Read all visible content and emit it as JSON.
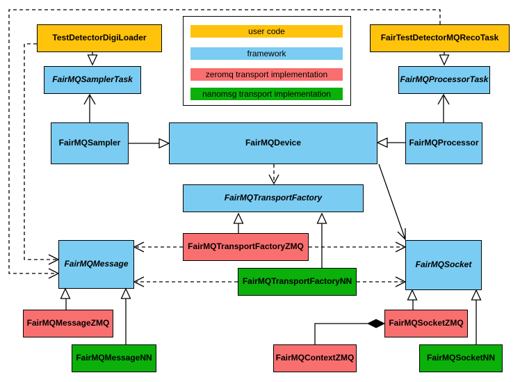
{
  "legend": {
    "items": [
      {
        "label": "user code",
        "color": "#ffc30b"
      },
      {
        "label": "framework",
        "color": "#7bccf2"
      },
      {
        "label": "zeromq transport implementation",
        "color": "#f96f6f"
      },
      {
        "label": "nanomsg transport implementation",
        "color": "#0bb00b"
      }
    ]
  },
  "nodes": {
    "testDetectorDigiLoader": {
      "label": "TestDetectorDigiLoader",
      "category": "user code",
      "abstract": false
    },
    "fairTestDetectorMQRecoTask": {
      "label": "FairTestDetectorMQRecoTask",
      "category": "user code",
      "abstract": false
    },
    "fairMQSamplerTask": {
      "label": "FairMQSamplerTask",
      "category": "framework",
      "abstract": true
    },
    "fairMQProcessorTask": {
      "label": "FairMQProcessorTask",
      "category": "framework",
      "abstract": true
    },
    "fairMQSampler": {
      "label": "FairMQSampler",
      "category": "framework",
      "abstract": false
    },
    "fairMQDevice": {
      "label": "FairMQDevice",
      "category": "framework",
      "abstract": false
    },
    "fairMQProcessor": {
      "label": "FairMQProcessor",
      "category": "framework",
      "abstract": false
    },
    "fairMQTransportFactory": {
      "label": "FairMQTransportFactory",
      "category": "framework",
      "abstract": true
    },
    "fairMQTransportFactoryZMQ": {
      "label": "FairMQTransportFactoryZMQ",
      "category": "zeromq",
      "abstract": false
    },
    "fairMQTransportFactoryNN": {
      "label": "FairMQTransportFactoryNN",
      "category": "nanomsg",
      "abstract": false
    },
    "fairMQMessage": {
      "label": "FairMQMessage",
      "category": "framework",
      "abstract": true
    },
    "fairMQSocket": {
      "label": "FairMQSocket",
      "category": "framework",
      "abstract": true
    },
    "fairMQMessageZMQ": {
      "label": "FairMQMessageZMQ",
      "category": "zeromq",
      "abstract": false
    },
    "fairMQMessageNN": {
      "label": "FairMQMessageNN",
      "category": "nanomsg",
      "abstract": false
    },
    "fairMQSocketZMQ": {
      "label": "FairMQSocketZMQ",
      "category": "zeromq",
      "abstract": false
    },
    "fairMQSocketNN": {
      "label": "FairMQSocketNN",
      "category": "nanomsg",
      "abstract": false
    },
    "fairMQContextZMQ": {
      "label": "FairMQContextZMQ",
      "category": "zeromq",
      "abstract": false
    }
  },
  "edges": [
    {
      "from": "TestDetectorDigiLoader",
      "to": "FairMQSamplerTask",
      "type": "inheritance-triangle-solid"
    },
    {
      "from": "FairTestDetectorMQRecoTask",
      "to": "FairMQProcessorTask",
      "type": "inheritance-triangle-solid"
    },
    {
      "from": "FairMQSampler",
      "to": "FairMQSamplerTask",
      "type": "open-arrow-solid"
    },
    {
      "from": "FairMQProcessor",
      "to": "FairMQProcessorTask",
      "type": "open-arrow-solid"
    },
    {
      "from": "FairMQSampler",
      "to": "FairMQDevice",
      "type": "inheritance-triangle-solid"
    },
    {
      "from": "FairMQProcessor",
      "to": "FairMQDevice",
      "type": "inheritance-triangle-solid"
    },
    {
      "from": "FairMQDevice",
      "to": "FairMQTransportFactory",
      "type": "open-arrow-dashed"
    },
    {
      "from": "FairMQDevice",
      "to": "FairMQSocket",
      "type": "open-arrow-solid"
    },
    {
      "from": "FairMQTransportFactoryZMQ",
      "to": "FairMQTransportFactory",
      "type": "inheritance-triangle-solid"
    },
    {
      "from": "FairMQTransportFactoryNN",
      "to": "FairMQTransportFactory",
      "type": "inheritance-triangle-solid"
    },
    {
      "from": "FairMQTransportFactoryZMQ",
      "to": "FairMQMessage",
      "type": "open-arrow-dashed"
    },
    {
      "from": "FairMQTransportFactoryZMQ",
      "to": "FairMQSocket",
      "type": "open-arrow-dashed"
    },
    {
      "from": "FairMQTransportFactoryNN",
      "to": "FairMQMessage",
      "type": "open-arrow-dashed"
    },
    {
      "from": "FairMQTransportFactoryNN",
      "to": "FairMQSocket",
      "type": "open-arrow-dashed"
    },
    {
      "from": "FairTestDetectorMQRecoTask",
      "to": "FairMQMessage",
      "type": "open-arrow-dashed"
    },
    {
      "from": "TestDetectorDigiLoader",
      "to": "FairMQMessage",
      "type": "open-arrow-dashed"
    },
    {
      "from": "FairMQMessageZMQ",
      "to": "FairMQMessage",
      "type": "inheritance-triangle-solid"
    },
    {
      "from": "FairMQMessageNN",
      "to": "FairMQMessage",
      "type": "inheritance-triangle-solid"
    },
    {
      "from": "FairMQSocketZMQ",
      "to": "FairMQSocket",
      "type": "inheritance-triangle-solid"
    },
    {
      "from": "FairMQSocketNN",
      "to": "FairMQSocket",
      "type": "inheritance-triangle-solid"
    },
    {
      "from": "FairMQContextZMQ",
      "to": "FairMQSocketZMQ",
      "type": "composition-diamond"
    }
  ],
  "colors": {
    "user_code": "#ffc30b",
    "framework": "#7bccf2",
    "zeromq": "#f96f6f",
    "nanomsg": "#0bb00b",
    "line": "#000000",
    "background": "#ffffff"
  }
}
